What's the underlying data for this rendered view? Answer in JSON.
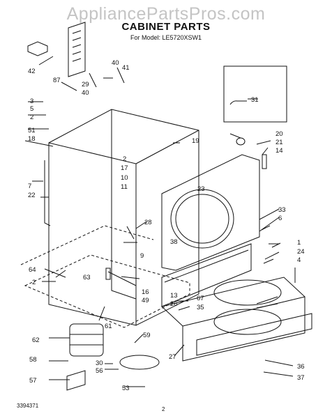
{
  "watermark": "AppliancePartsPros.com",
  "title": "CABINET PARTS",
  "model": "For Model: LE5720XSW1",
  "footer": {
    "code": "3394371",
    "page": "2"
  },
  "callouts": [
    "42",
    "87",
    "3",
    "5",
    "2",
    "51",
    "18",
    "7",
    "22",
    "29",
    "40",
    "40",
    "41",
    "2",
    "17",
    "10",
    "11",
    "19",
    "20",
    "21",
    "14",
    "23",
    "31",
    "33",
    "6",
    "1",
    "24",
    "4",
    "28",
    "38",
    "9",
    "16",
    "49",
    "13",
    "26",
    "67",
    "35",
    "64",
    "2",
    "63",
    "62",
    "61",
    "58",
    "57",
    "59",
    "30",
    "56",
    "53",
    "27",
    "36",
    "37"
  ]
}
